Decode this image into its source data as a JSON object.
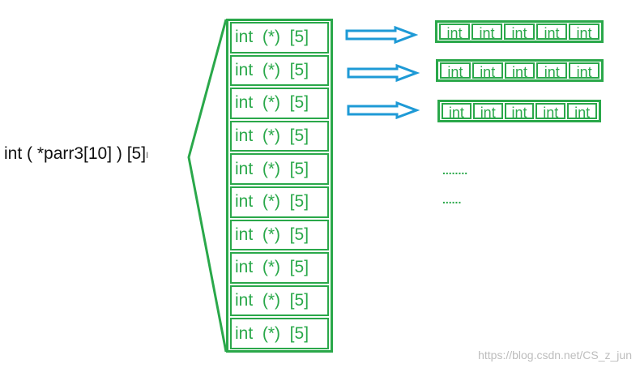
{
  "declaration": "int ( *parr3[10] ) [5]",
  "declaration_cursor": "I",
  "pointer_cells": [
    "int  (*)  [5]",
    "int  (*)  [5]",
    "int  (*)  [5]",
    "int  (*)  [5]",
    "int  (*)  [5]",
    "int  (*)  [5]",
    "int  (*)  [5]",
    "int  (*)  [5]",
    "int  (*)  [5]",
    "int  (*)  [5]"
  ],
  "int_arrays": [
    [
      "int",
      "int",
      "int",
      "int",
      "int"
    ],
    [
      "int",
      "int",
      "int",
      "int",
      "int"
    ],
    [
      "int",
      "int",
      "int",
      "int",
      "int"
    ]
  ],
  "ellipsis_1": "........",
  "ellipsis_2": "......",
  "watermark": "https://blog.csdn.net/CS_z_jun",
  "colors": {
    "green": "#2aa84a",
    "arrow_blue": "#1e9ad6",
    "text": "#111111"
  }
}
